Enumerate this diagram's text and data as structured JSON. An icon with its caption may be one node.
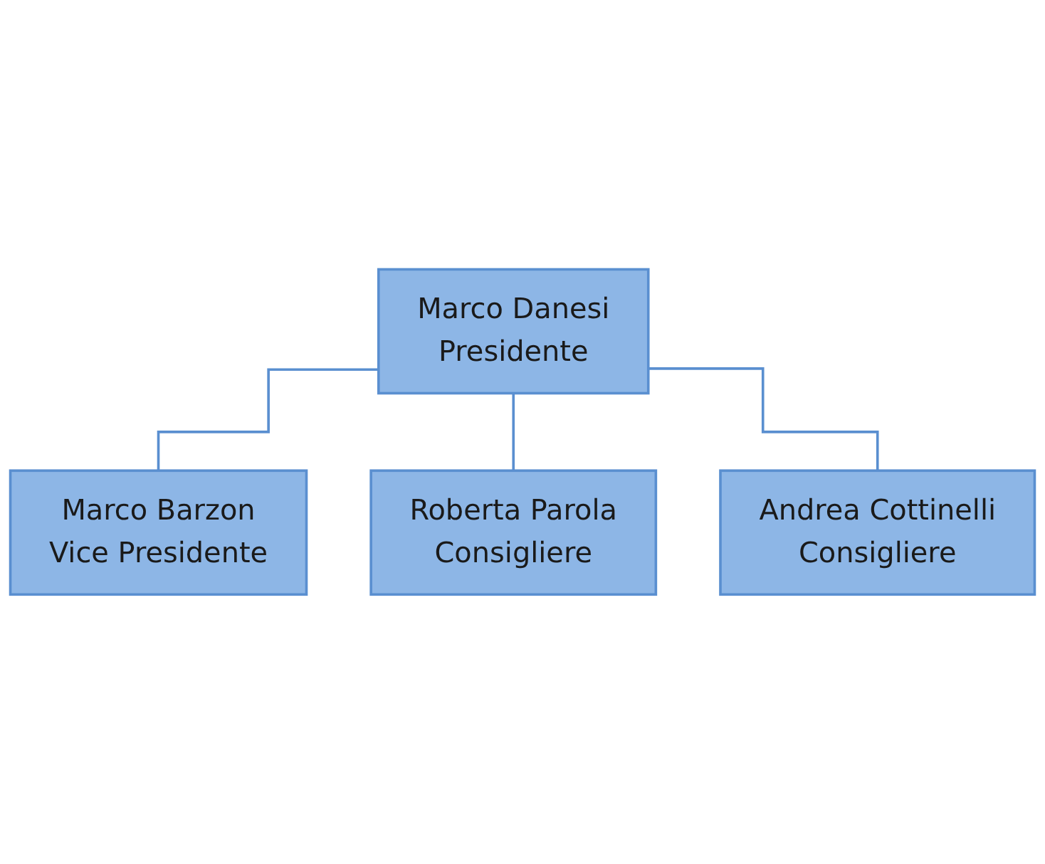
{
  "diagram": {
    "nodes": [
      {
        "text": [
          "Marco Danesi",
          "Presidente"
        ]
      },
      {
        "text": [
          "Marco Barzon",
          "Vice Presidente"
        ]
      },
      {
        "text": [
          "Roberta Parola",
          "Consigliere"
        ]
      },
      {
        "text": [
          "Andrea Cottinelli",
          "Consigliere"
        ]
      }
    ],
    "edges": [
      {
        "from": 0,
        "to": 1,
        "arrow": "none"
      },
      {
        "from": 0,
        "to": 2,
        "arrow": "none"
      },
      {
        "from": 0,
        "to": 3,
        "arrow": "none"
      }
    ]
  }
}
